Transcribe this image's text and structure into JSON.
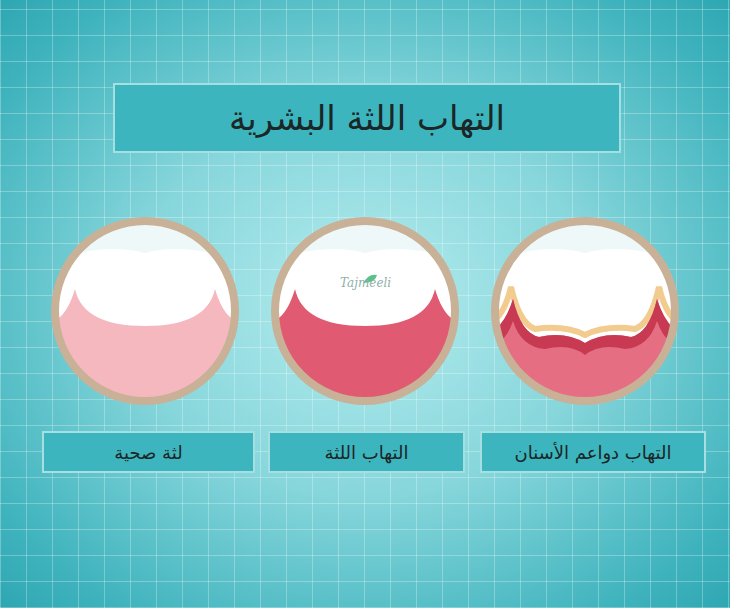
{
  "diagram": {
    "title": "التهاب اللثة البشرية",
    "nodes": [
      {
        "text": [
          "التهاب دواعم الأسنان"
        ]
      },
      {
        "text": [
          "التهاب اللثة"
        ]
      },
      {
        "text": [
          "لثة صحية"
        ]
      }
    ],
    "labels": [
      "Tajmeeli"
    ]
  }
}
